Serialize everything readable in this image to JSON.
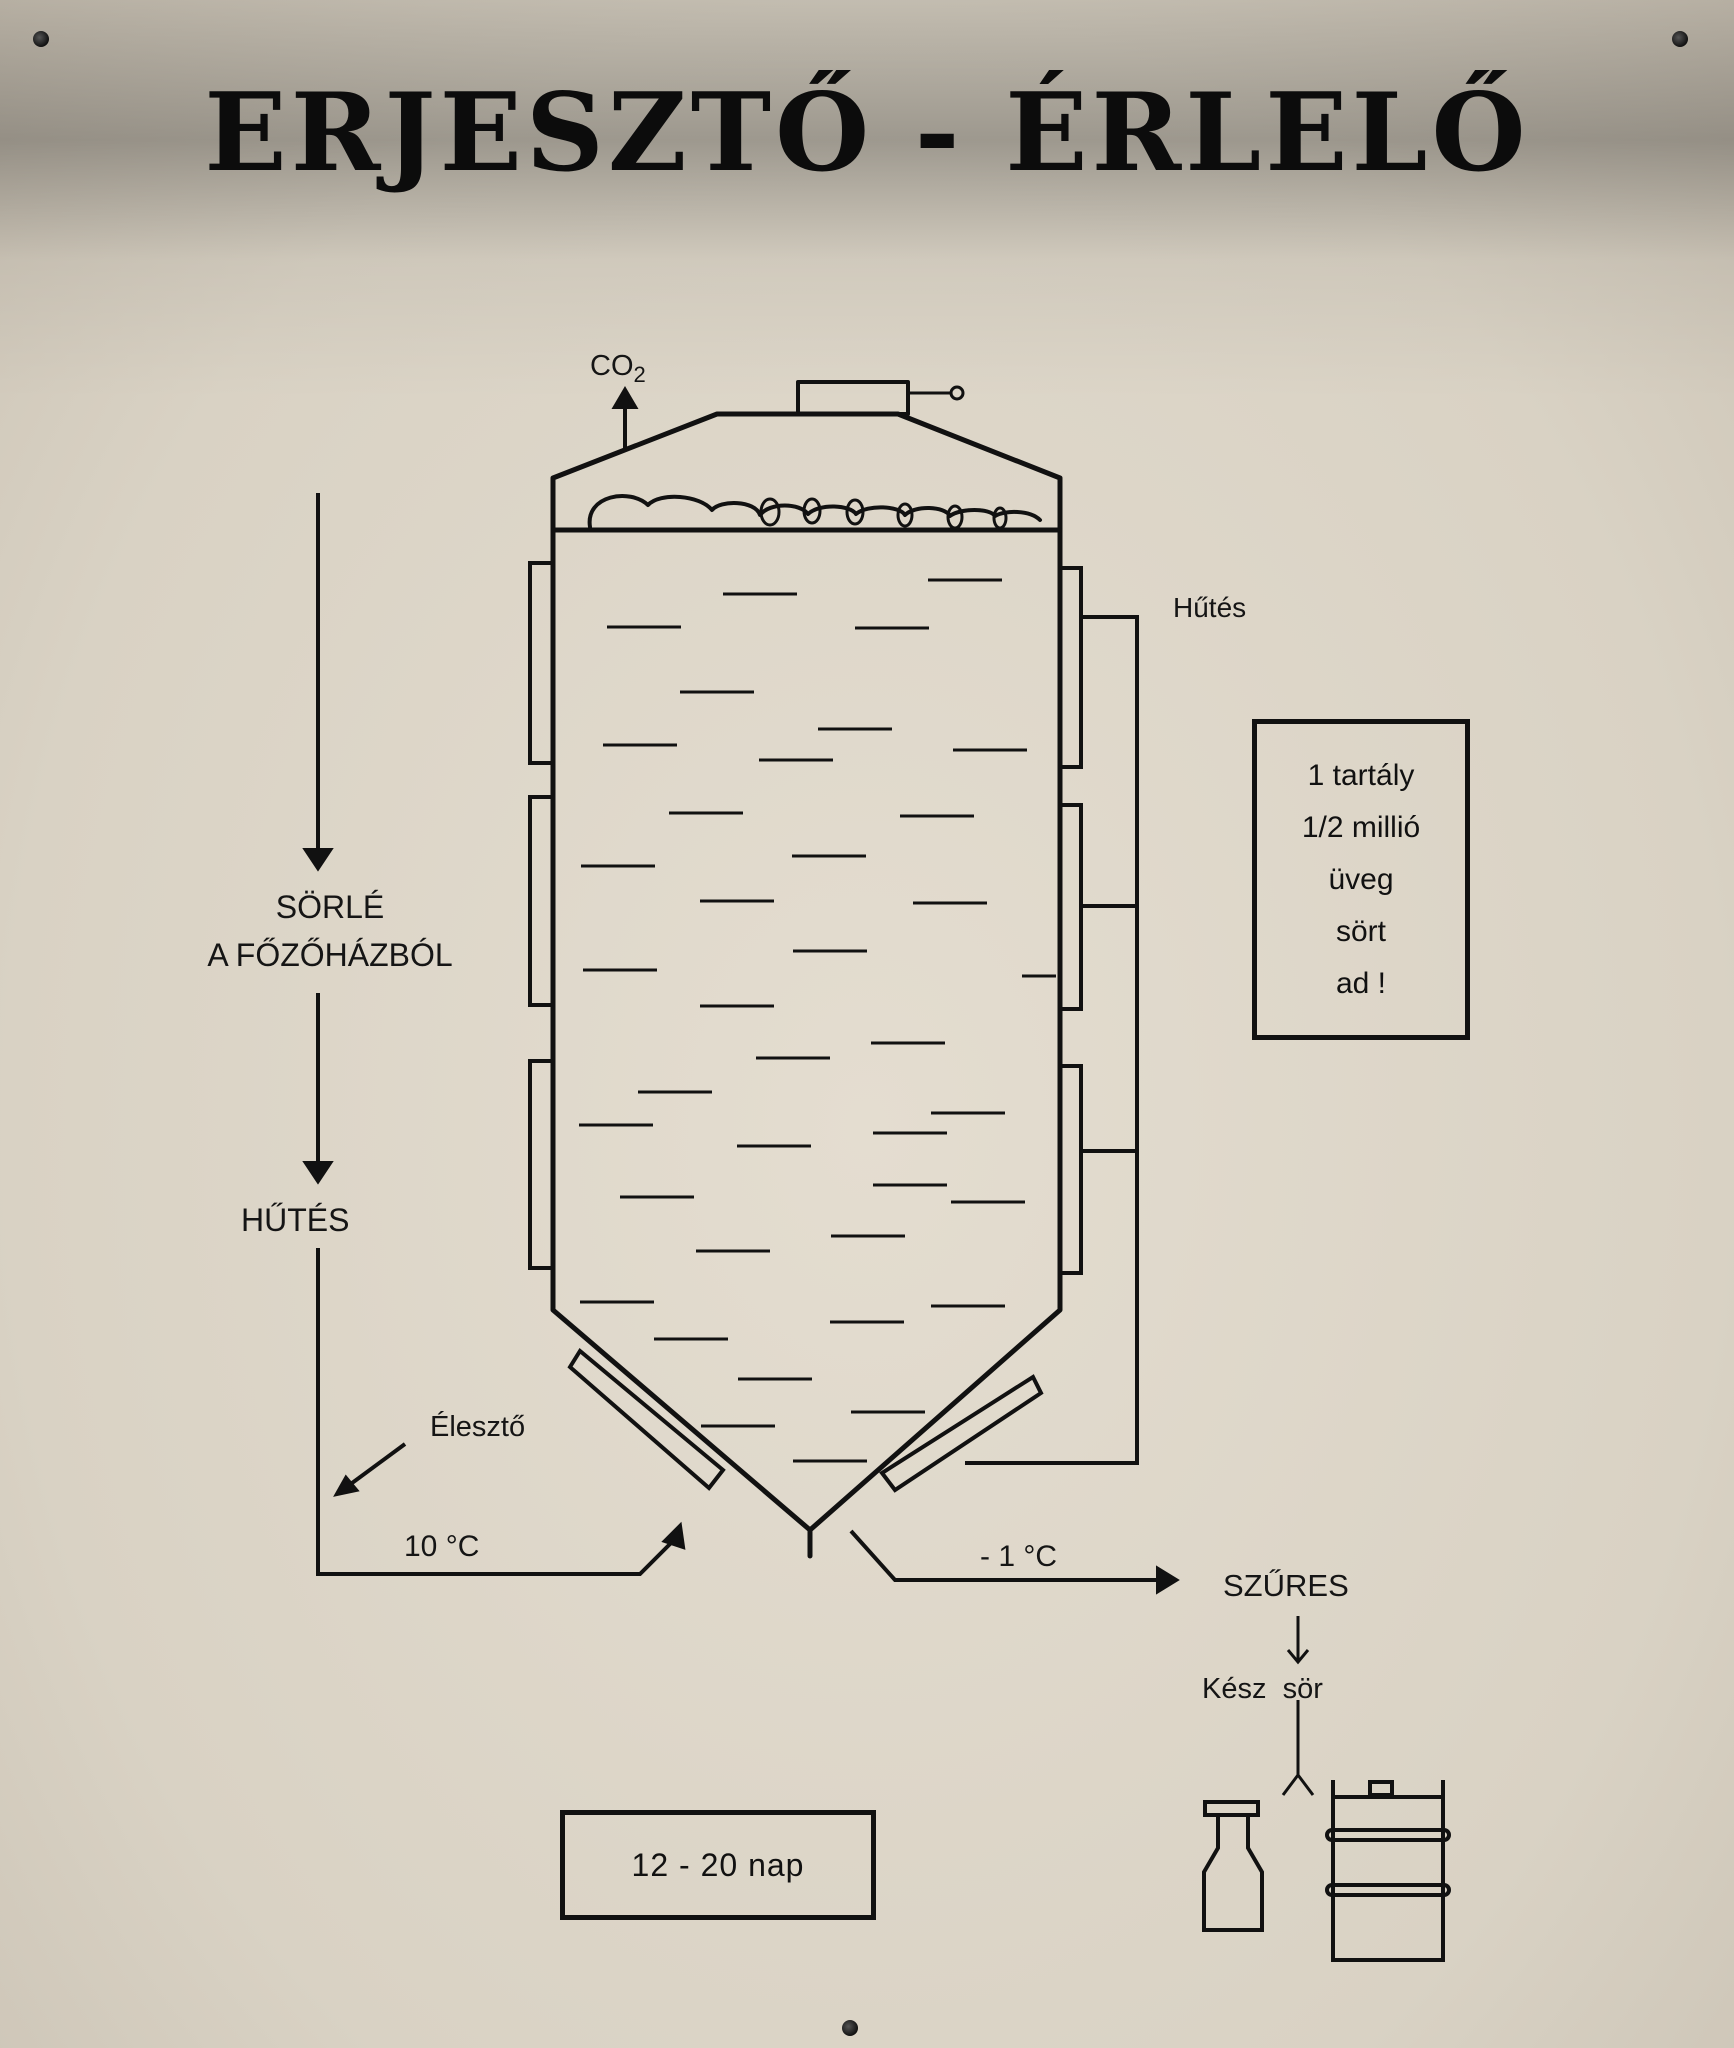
{
  "title": "ERJESZTŐ - ÉRLELŐ",
  "labels": {
    "co2": "CO",
    "co2_sub": "2",
    "cooling_right": "Hűtés",
    "wort_line1": "SÖRLÉ",
    "wort_line2": "A FŐZŐHÁZBÓL",
    "cooling_left": "HŰTÉS",
    "yeast": "Élesztő",
    "temp_in": "10 °C",
    "temp_out": "- 1 °C",
    "filtering": "SZŰRES",
    "finished_beer": "Kész  sör"
  },
  "info_box": {
    "lines": [
      "1 tartály",
      "1/2 millió",
      "üveg",
      "sört",
      "ad !"
    ]
  },
  "duration": "12 - 20 nap"
}
